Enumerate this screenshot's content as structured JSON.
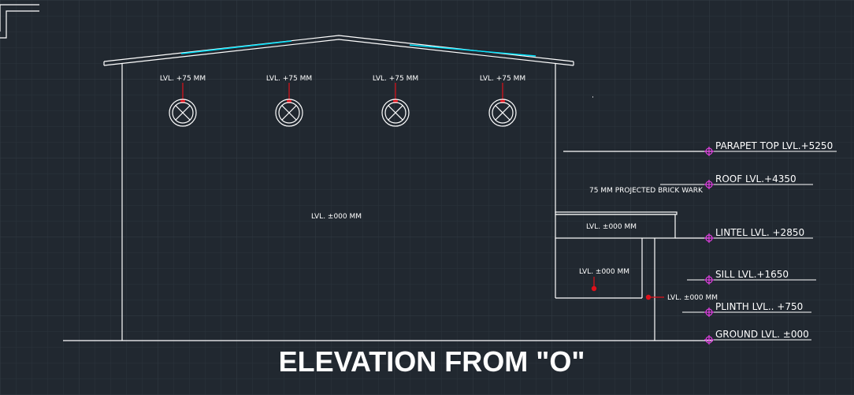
{
  "drawing": {
    "title": "ELEVATION FROM \"O\"",
    "vent_label": "LVL. +75 MM",
    "vent_count": 4,
    "wall_label": "LVL. ±000 MM",
    "brickwork_label": "75 MM PROJECTED BRICK WARK",
    "lintel_box_label": "LVL. ±000 MM",
    "door_label": "LVL. ±000 MM",
    "plinth_marker_label": "LVL. ±000 MM",
    "levels": [
      {
        "label": "PARAPET TOP LVL.+5250"
      },
      {
        "label": "ROOF  LVL.+4350"
      },
      {
        "label": "LINTEL LVL. +2850"
      },
      {
        "label": "SILL LVL.+1650"
      },
      {
        "label": "PLINTH LVL.. +750"
      },
      {
        "label": "GROUND LVL. ±000"
      }
    ]
  },
  "colors": {
    "background": "#212830",
    "line": "#ffffff",
    "accent_cyan": "#00e5ff",
    "marker_red": "#e0101a",
    "marker_magenta": "#e040e0"
  }
}
